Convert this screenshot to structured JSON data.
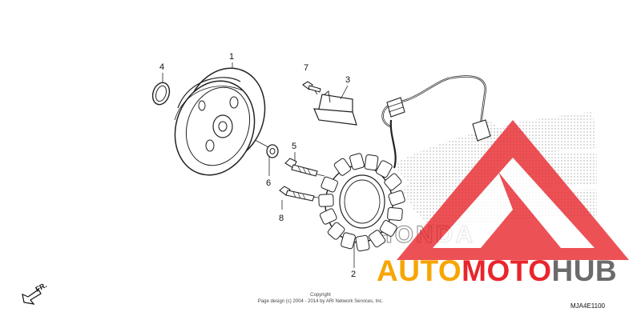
{
  "parts": {
    "labels": [
      "1",
      "2",
      "3",
      "4",
      "5",
      "6",
      "7",
      "8"
    ]
  },
  "watermark": {
    "brand_text": "HONDA",
    "logo_part1": "AUTO",
    "logo_part2": "MOTO",
    "logo_part3": "HUB",
    "color_orange": "#f7a500",
    "color_red": "#e8262c",
    "color_gray": "#6b6b6b"
  },
  "direction": {
    "label": "FR."
  },
  "copyright": {
    "line1": "Copyright",
    "line2": "Page design (c) 2004 - 2014 by ARI Network Services, Inc."
  },
  "diagram_code": "MJA4E1100"
}
